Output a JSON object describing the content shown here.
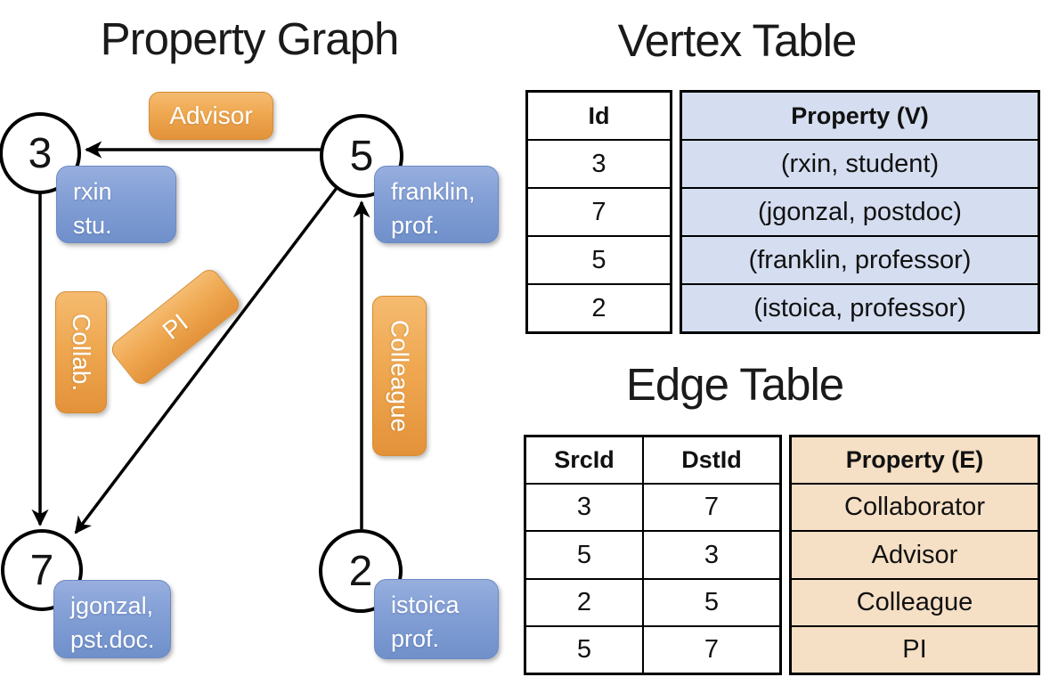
{
  "graph": {
    "title": "Property Graph",
    "nodes": [
      {
        "id": "3",
        "property_lines": [
          "rxin",
          "stu."
        ]
      },
      {
        "id": "5",
        "property_lines": [
          "franklin,",
          "prof."
        ]
      },
      {
        "id": "7",
        "property_lines": [
          "jgonzal,",
          "pst.doc."
        ]
      },
      {
        "id": "2",
        "property_lines": [
          "istoica",
          "prof."
        ]
      }
    ],
    "edge_labels": [
      {
        "text": "Advisor"
      },
      {
        "text": "Collab."
      },
      {
        "text": "PI"
      },
      {
        "text": "Colleague"
      }
    ],
    "edges": [
      {
        "src": "5",
        "dst": "3",
        "label": "Advisor"
      },
      {
        "src": "3",
        "dst": "7",
        "label": "Collab."
      },
      {
        "src": "5",
        "dst": "7",
        "label": "PI"
      },
      {
        "src": "2",
        "dst": "5",
        "label": "Colleague"
      }
    ]
  },
  "vertex_table": {
    "title": "Vertex Table",
    "headers": {
      "id": "Id",
      "property": "Property (V)"
    },
    "rows": [
      {
        "id": "3",
        "property": "(rxin, student)"
      },
      {
        "id": "7",
        "property": "(jgonzal, postdoc)"
      },
      {
        "id": "5",
        "property": "(franklin, professor)"
      },
      {
        "id": "2",
        "property": "(istoica, professor)"
      }
    ]
  },
  "edge_table": {
    "title": "Edge Table",
    "headers": {
      "src": "SrcId",
      "dst": "DstId",
      "property": "Property (E)"
    },
    "rows": [
      {
        "src": "3",
        "dst": "7",
        "property": "Collaborator"
      },
      {
        "src": "5",
        "dst": "3",
        "property": "Advisor"
      },
      {
        "src": "2",
        "dst": "5",
        "property": "Colleague"
      },
      {
        "src": "5",
        "dst": "7",
        "property": "PI"
      }
    ]
  },
  "colors": {
    "edge_label_orange": "#EFA851",
    "vertex_property_blue": "#84A0D6",
    "vertex_table_fill": "#D5DEF0",
    "edge_table_fill": "#F5DFC5",
    "line_black": "#000000"
  }
}
